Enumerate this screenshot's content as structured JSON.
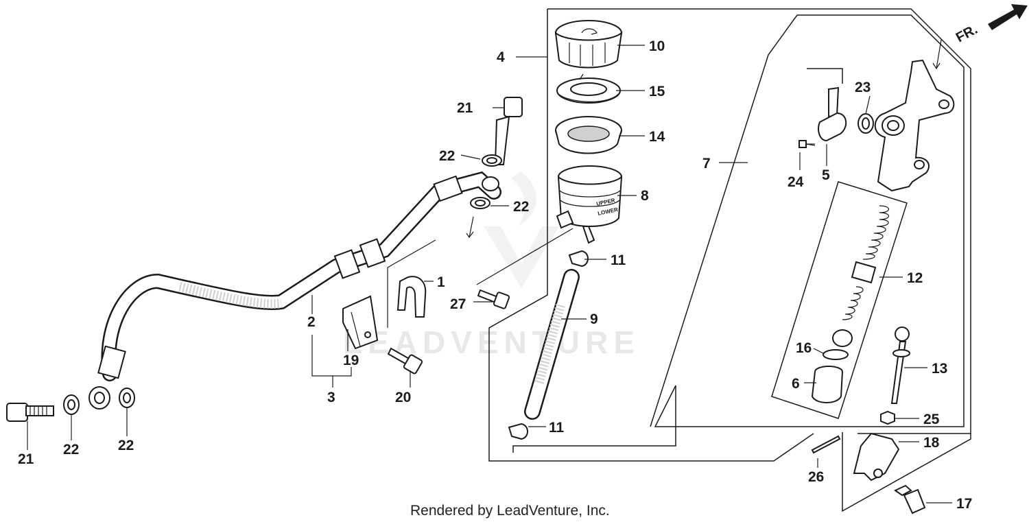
{
  "direction_indicator": "FR.",
  "watermark": "LEADVENTURE",
  "credit": "Rendered by LeadVenture, Inc.",
  "callouts": {
    "c1": "1",
    "c2": "2",
    "c3": "3",
    "c4": "4",
    "c5": "5",
    "c6": "6",
    "c7": "7",
    "c8": "8",
    "c9": "9",
    "c10": "10",
    "c11a": "11",
    "c11b": "11",
    "c12": "12",
    "c13": "13",
    "c14": "14",
    "c15": "15",
    "c16": "16",
    "c17": "17",
    "c18": "18",
    "c19": "19",
    "c20": "20",
    "c21a": "21",
    "c21b": "21",
    "c22a": "22",
    "c22b": "22",
    "c22c": "22",
    "c22d": "22",
    "c23": "23",
    "c24": "24",
    "c25": "25",
    "c26": "26",
    "c27": "27"
  },
  "reservoir_marks": {
    "upper": "UPPER",
    "lower": "LOWER"
  }
}
